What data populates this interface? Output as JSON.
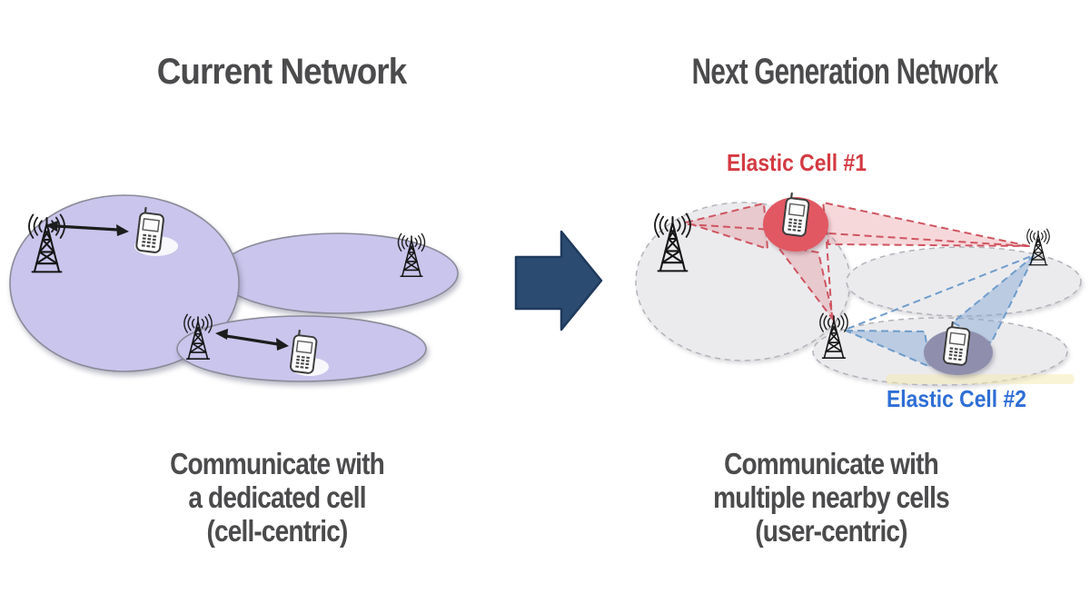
{
  "left_panel": {
    "title": "Current Network",
    "caption_lines": [
      "Communicate with",
      "a dedicated cell",
      "(cell-centric)"
    ]
  },
  "right_panel": {
    "title": "Next Generation Network",
    "caption_lines": [
      "Communicate with",
      "multiple nearby cells",
      "(user-centric)"
    ],
    "elastic_cell_1": {
      "label": "Elastic Cell #1",
      "color": "#d43a42"
    },
    "elastic_cell_2": {
      "label": "Elastic Cell #2",
      "color": "#2e6ed6"
    }
  },
  "colors": {
    "heading_text": "#4b4b4d",
    "cell_fill": "#c9c5ec",
    "cell_border": "#8b8b99",
    "transition_arrow": "#2c4b70",
    "elastic_cell_1_fill": "#e15862",
    "elastic_cell_2_fill": "#8f8fad",
    "beam_red": "#cf5560",
    "beam_blue": "#6f9ccb",
    "coverage_gray": "#ebebee"
  },
  "icons": {
    "cell_tower": "lattice-tower-with-radio-waves",
    "mobile_phone": "feature-phone",
    "link_arrow": "double-headed-arrow",
    "transition": "right-block-arrow"
  }
}
